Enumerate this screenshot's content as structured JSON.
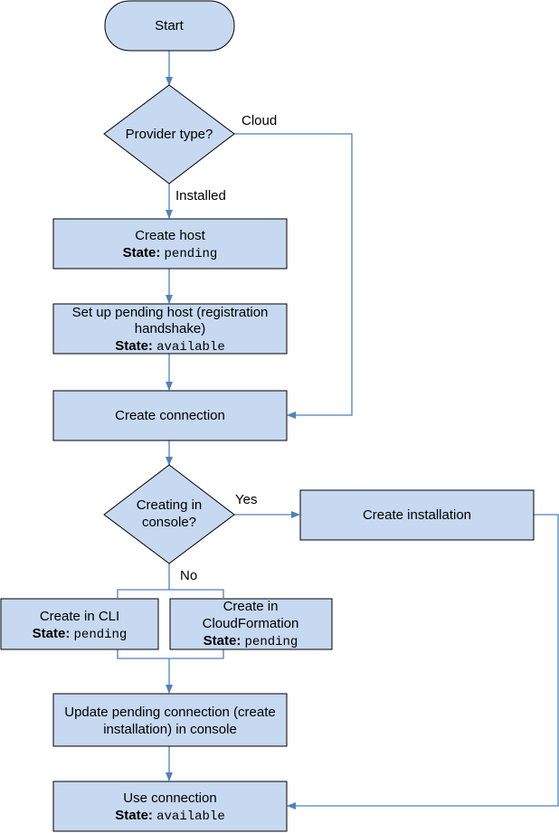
{
  "colors": {
    "node_fill": "#c6d9f1",
    "node_stroke": "#000000",
    "edge": "#4f81bd"
  },
  "nodes": {
    "start": {
      "label": "Start"
    },
    "provider_type": {
      "label": "Provider type?"
    },
    "create_host": {
      "label": "Create host",
      "state_label": "State:",
      "state_value": "pending"
    },
    "setup_host": {
      "line1": "Set up pending host (registration",
      "line2": "handshake)",
      "state_label": "State:",
      "state_value": "available"
    },
    "create_connection": {
      "label": "Create connection"
    },
    "creating_in_console": {
      "line1": "Creating in",
      "line2": "console?"
    },
    "create_installation": {
      "label": "Create installation"
    },
    "create_in_cli": {
      "label": "Create in CLI",
      "state_label": "State:",
      "state_value": "pending"
    },
    "create_in_cfn": {
      "line1": "Create in",
      "line2": "CloudFormation",
      "state_label": "State:",
      "state_value": "pending"
    },
    "update_pending": {
      "line1": "Update pending connection (create",
      "line2": "installation) in console"
    },
    "use_connection": {
      "label": "Use connection",
      "state_label": "State:",
      "state_value": "available"
    }
  },
  "edge_labels": {
    "cloud": "Cloud",
    "installed": "Installed",
    "yes": "Yes",
    "no": "No"
  }
}
